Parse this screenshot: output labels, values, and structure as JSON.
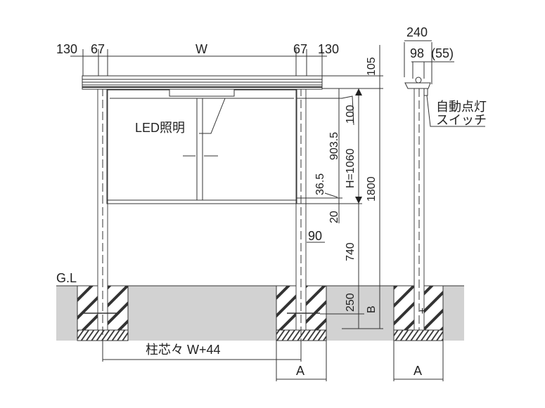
{
  "front_view": {
    "top_dims": {
      "left_130": "130",
      "left_67": "67",
      "width": "W",
      "right_67": "67",
      "right_130": "130"
    },
    "led_label": "LED照明",
    "vertical_dims": {
      "roof": "105",
      "top_gap": "100",
      "panel": "903.5",
      "height": "H=1060",
      "total": "1800",
      "bottom_offset": "36.5",
      "bottom_frame": "20",
      "post_gap": "90",
      "leg": "740",
      "embed": "250",
      "depth": "B"
    },
    "ground_label": "G.L",
    "post_pitch": "柱芯々 W+44",
    "footing_width": "A"
  },
  "side_view": {
    "depth_total": "240",
    "depth_post": "98",
    "depth_offset": "(55)",
    "switch_label_1": "自動点灯",
    "switch_label_2": "スイッチ",
    "footing_width": "A"
  },
  "colors": {
    "ground": "#d2d2d2",
    "line": "#333333"
  }
}
